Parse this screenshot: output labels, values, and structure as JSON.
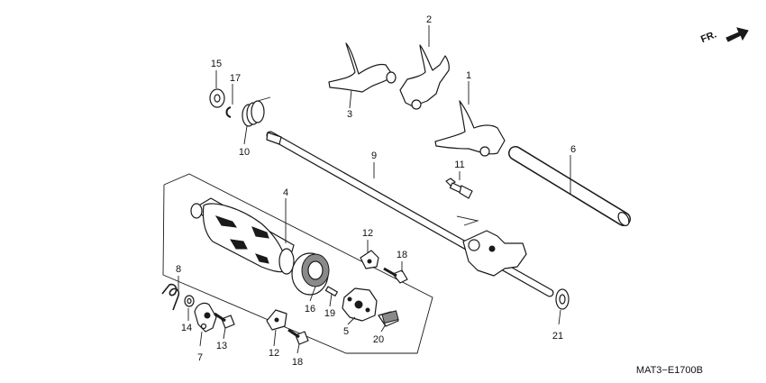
{
  "diagram": {
    "code": "MAT3−E1700B",
    "direction_label": "FR.",
    "callouts": [
      "1",
      "2",
      "3",
      "4",
      "5",
      "6",
      "7",
      "8",
      "9",
      "10",
      "11",
      "12",
      "12",
      "13",
      "14",
      "15",
      "16",
      "17",
      "18",
      "18",
      "19",
      "20",
      "21"
    ]
  }
}
